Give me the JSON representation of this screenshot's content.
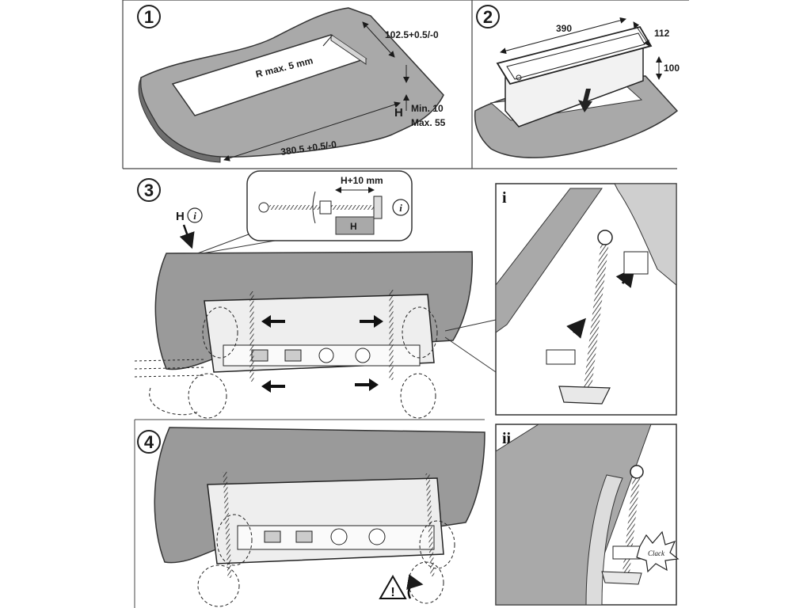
{
  "steps": {
    "s1": "1",
    "s2": "2",
    "s3": "3",
    "s4": "4"
  },
  "details": {
    "i": "i",
    "ii": "ii"
  },
  "step1": {
    "width_dim": "102.5+0.5/-0",
    "length_dim": "380.5 +0.5/-0",
    "radius": "R max. 5 mm",
    "h_letter": "H",
    "h_min": "Min. 10",
    "h_max": "Max. 55"
  },
  "step2": {
    "length": "390",
    "width": "112",
    "height": "100"
  },
  "step3": {
    "h_letter": "H",
    "callout_dim": "H+10 mm",
    "callout_h": "H"
  },
  "detail_ii": {
    "clack": "Clack"
  },
  "colors": {
    "board": "#9a9a9a",
    "board_stroke": "#333333",
    "panel_border": "#444444",
    "line": "#1a1a1a"
  }
}
